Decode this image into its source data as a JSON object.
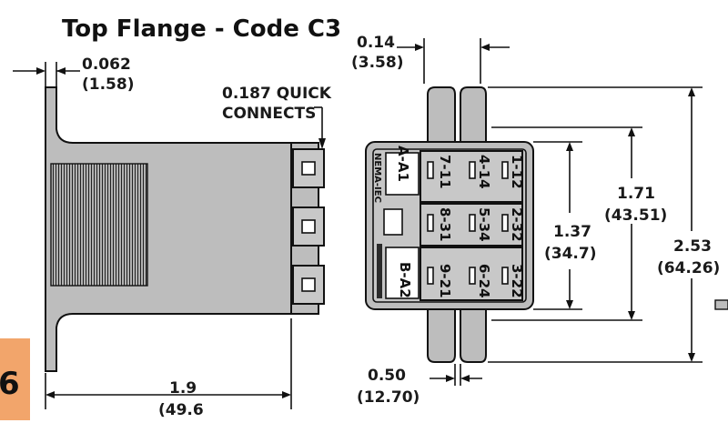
{
  "title": "Top Flange - Code C3",
  "page_number": "6",
  "page_tab_color": "#f2a56b",
  "body_color": "#bdbdbd",
  "side_view": {
    "flange_thickness": "0.062",
    "flange_thickness_mm": "(1.58)",
    "connector_label_line1": "0.187 QUICK",
    "connector_label_line2": "CONNECTS",
    "length": "1.9",
    "length_mm": "(49.6"
  },
  "front_view": {
    "tab_width": "0.14",
    "tab_width_mm": "(3.58)",
    "slot_spacing": "0.50",
    "slot_spacing_mm": "(12.70)",
    "inner_height": "1.37",
    "inner_height_mm": "(34.7)",
    "mid_height": "1.71",
    "mid_height_mm": "(43.51)",
    "overall_height": "2.53",
    "overall_height_mm": "(64.26)",
    "nema_label": "NEMA-IEC",
    "coil_top": "A-A1",
    "coil_bottom": "B-A2",
    "terminals_top": [
      "7-11",
      "4-14",
      "1-12"
    ],
    "terminals_mid": [
      "8-31",
      "5-34",
      "2-32"
    ],
    "terminals_bot": [
      "9-21",
      "6-24",
      "3-22"
    ]
  }
}
